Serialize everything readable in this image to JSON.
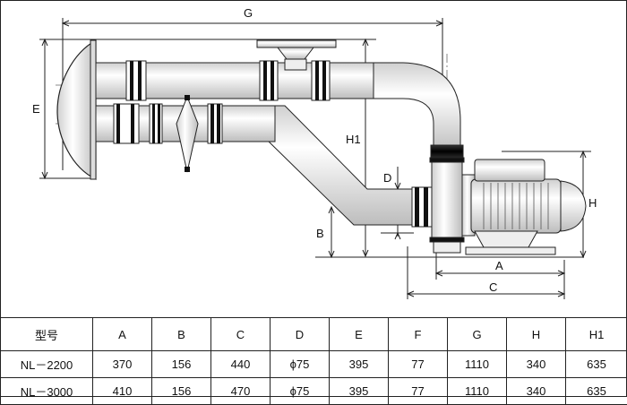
{
  "dimension_labels": {
    "G": "G",
    "E": "E",
    "H1": "H1",
    "D": "D",
    "B": "B",
    "H": "H",
    "A": "A",
    "C": "C"
  },
  "spec_table": {
    "columns": [
      "型号",
      "A",
      "B",
      "C",
      "D",
      "E",
      "F",
      "G",
      "H",
      "H1"
    ],
    "rows": [
      [
        "NL－2200",
        "370",
        "156",
        "440",
        "ϕ75",
        "395",
        "77",
        "1110",
        "340",
        "635"
      ],
      [
        "NL－3000",
        "410",
        "156",
        "470",
        "ϕ75",
        "395",
        "77",
        "1110",
        "340",
        "635"
      ]
    ]
  }
}
